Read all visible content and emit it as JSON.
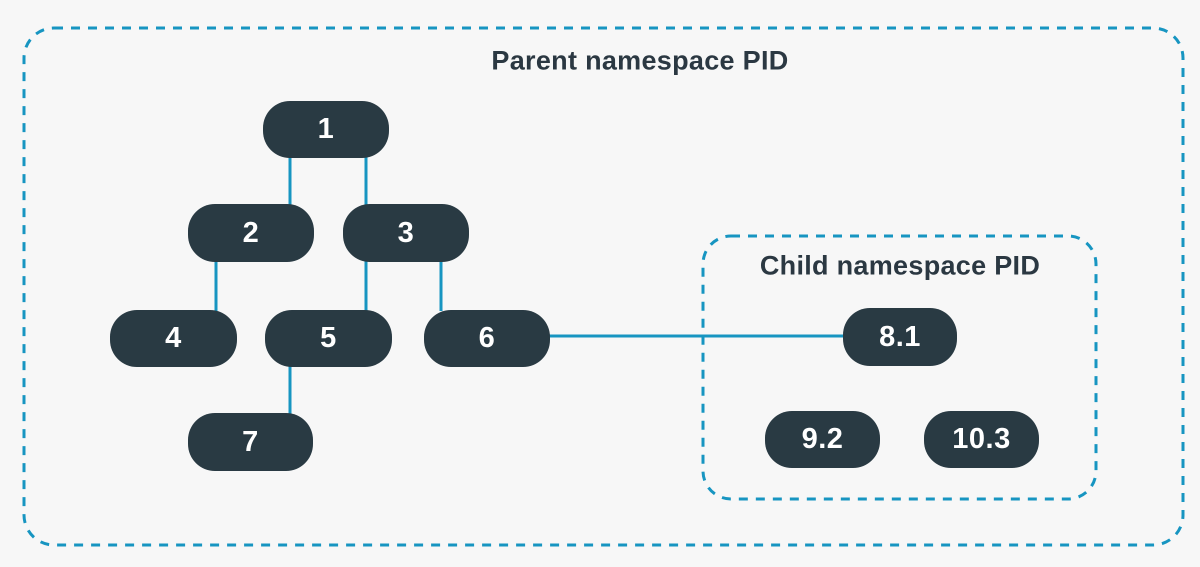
{
  "diagram": {
    "parent_namespace": {
      "title": "Parent namespace PID",
      "nodes": [
        {
          "label": "1"
        },
        {
          "label": "2"
        },
        {
          "label": "3"
        },
        {
          "label": "4"
        },
        {
          "label": "5"
        },
        {
          "label": "6"
        },
        {
          "label": "7"
        }
      ],
      "edges": [
        {
          "from": "1",
          "to": "2"
        },
        {
          "from": "1",
          "to": "3"
        },
        {
          "from": "2",
          "to": "4"
        },
        {
          "from": "3",
          "to": "5"
        },
        {
          "from": "3",
          "to": "6"
        },
        {
          "from": "5",
          "to": "7"
        }
      ]
    },
    "child_namespace": {
      "title": "Child namespace PID",
      "nodes": [
        {
          "label": "8.1"
        },
        {
          "label": "9.2"
        },
        {
          "label": "10.3"
        }
      ]
    },
    "cross_namespace_edge": {
      "from": "6",
      "to": "8.1"
    },
    "colors": {
      "background": "#f7f7f7",
      "node_fill": "#293a43",
      "node_text": "#ffffff",
      "connector_line": "#1795c1",
      "dashed_border": "#1795c1",
      "title_text": "#2b3842"
    }
  }
}
